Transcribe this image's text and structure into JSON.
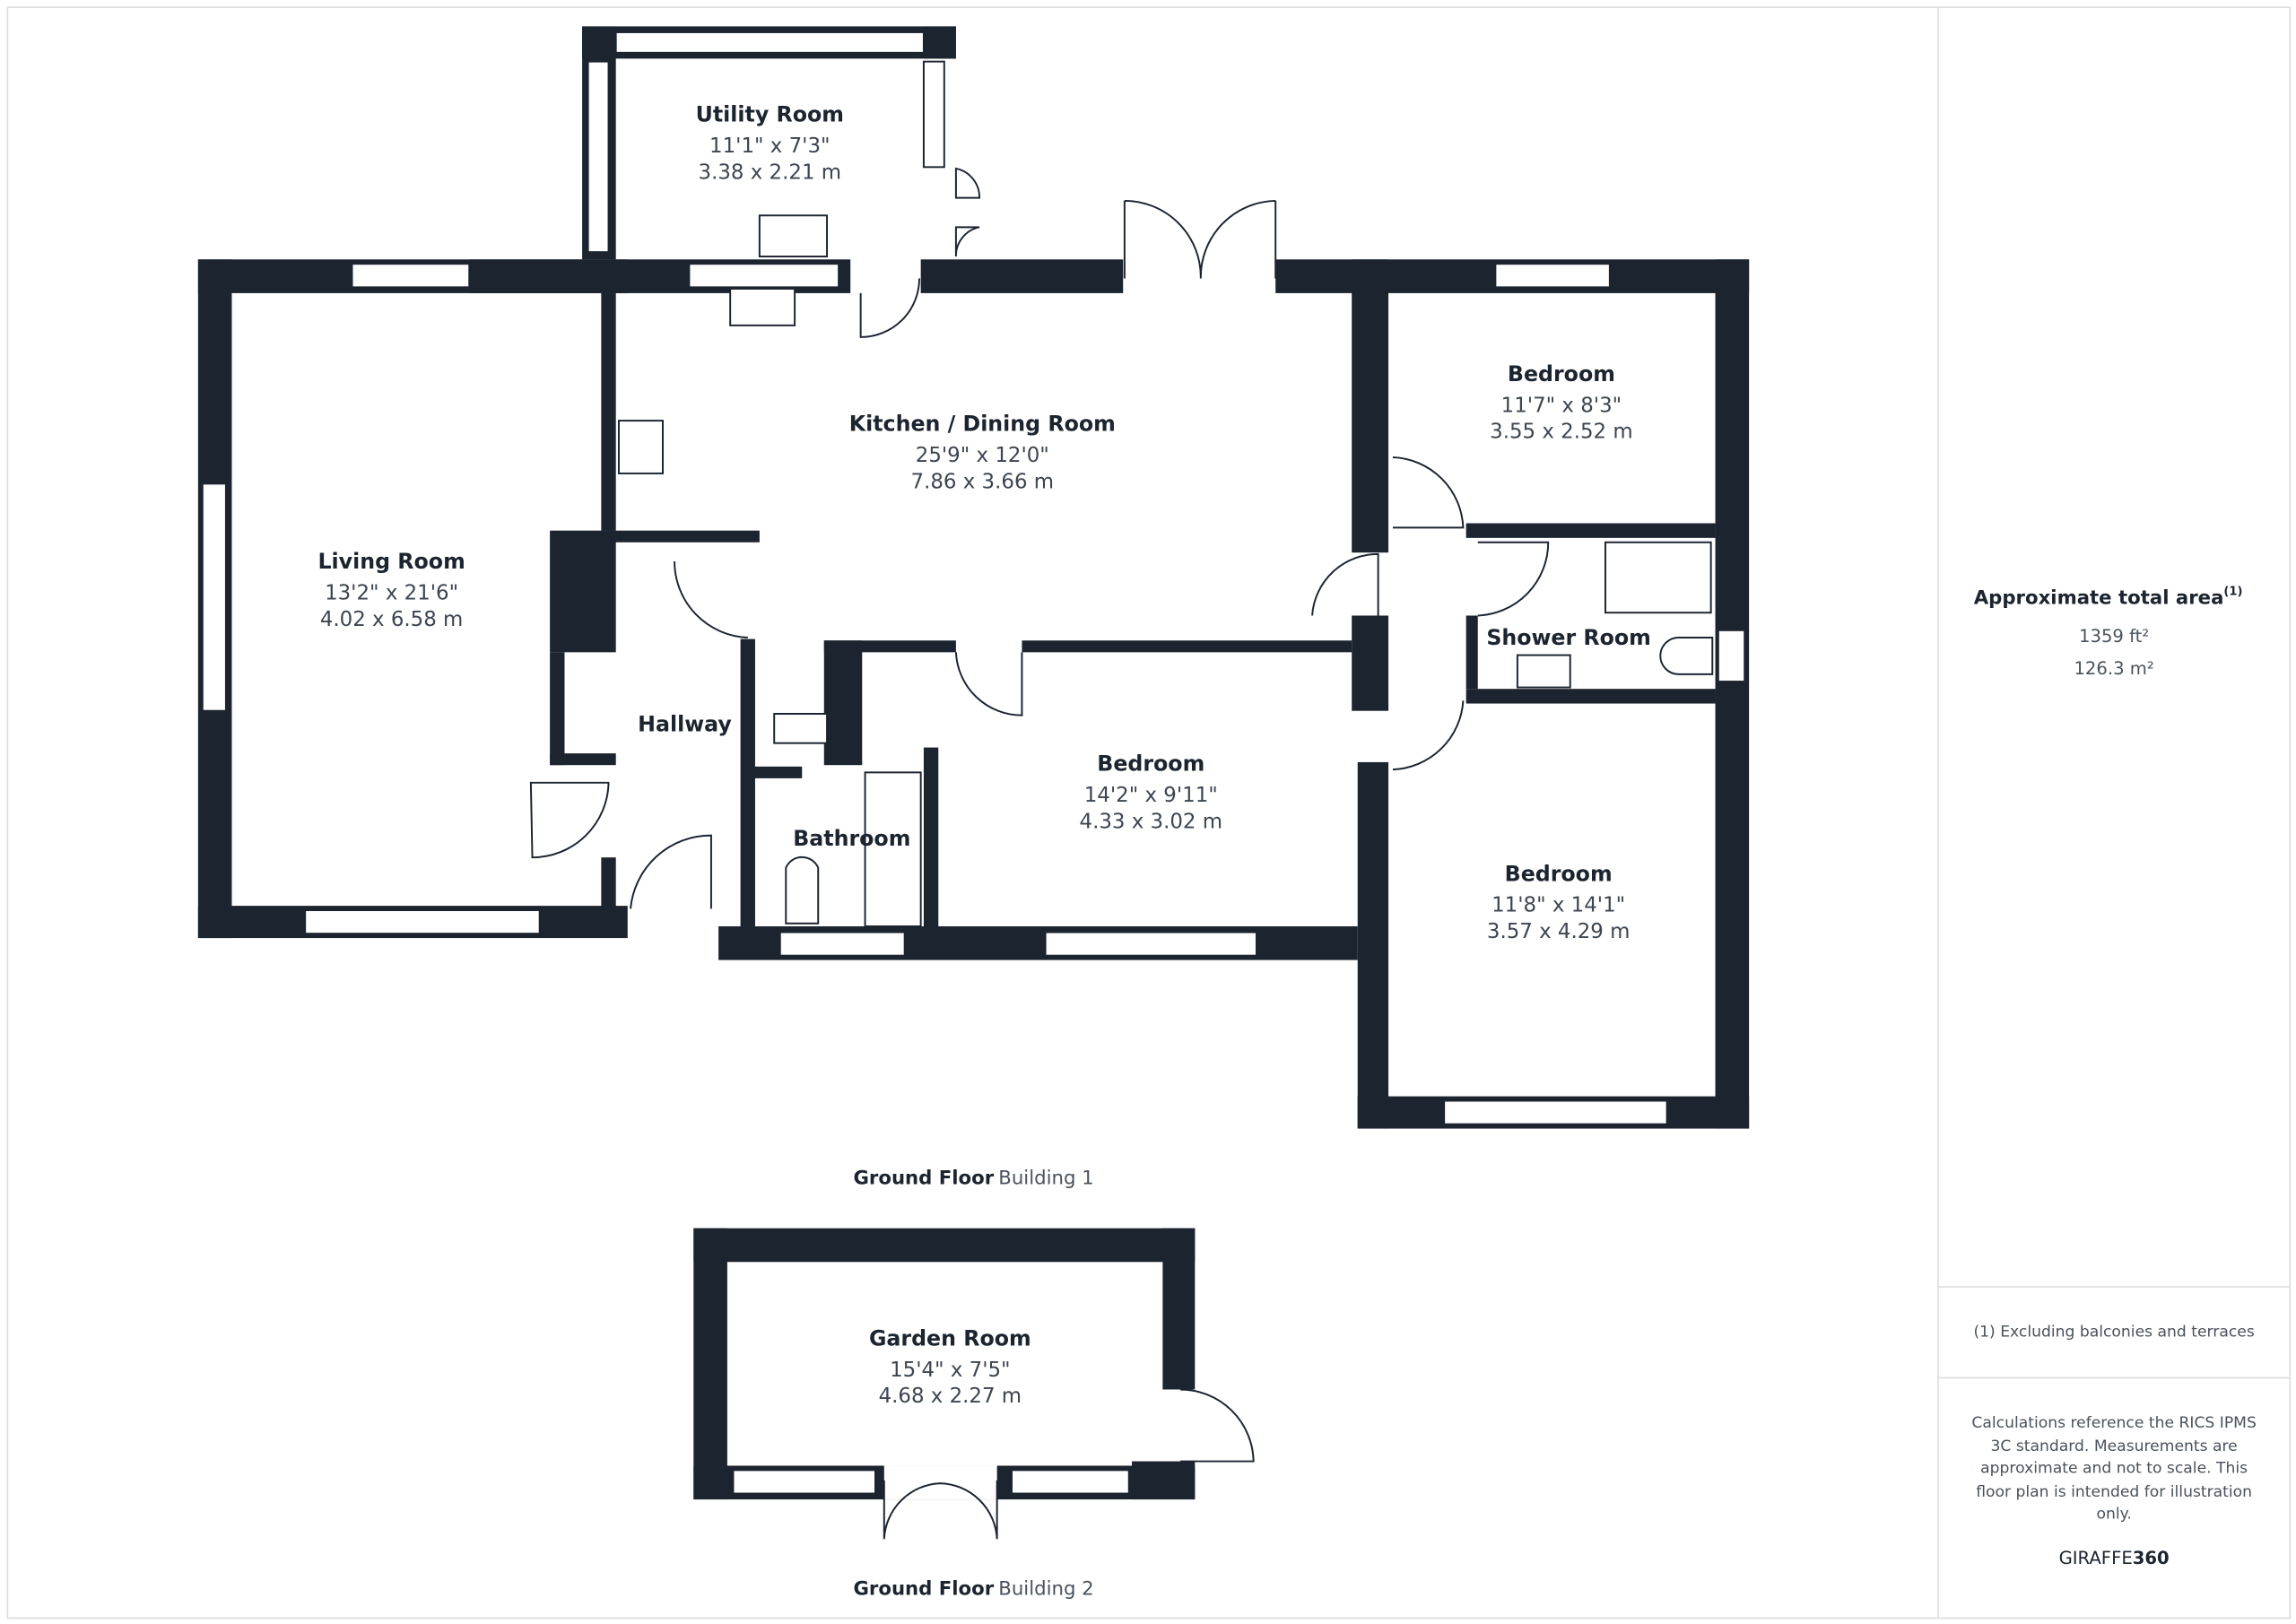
{
  "rooms": {
    "utility": {
      "name": "Utility Room",
      "imperial": "11'1\" x 7'3\"",
      "metric": "3.38 x 2.21 m"
    },
    "kitchen": {
      "name": "Kitchen / Dining Room",
      "imperial": "25'9\" x 12'0\"",
      "metric": "7.86 x 3.66 m"
    },
    "living": {
      "name": "Living Room",
      "imperial": "13'2\" x 21'6\"",
      "metric": "4.02 x 6.58 m"
    },
    "hallway": {
      "name": "Hallway"
    },
    "bathroom": {
      "name": "Bathroom"
    },
    "bedroom1": {
      "name": "Bedroom",
      "imperial": "11'7\" x 8'3\"",
      "metric": "3.55 x 2.52 m"
    },
    "shower": {
      "name": "Shower Room"
    },
    "bedroom2": {
      "name": "Bedroom",
      "imperial": "14'2\" x 9'11\"",
      "metric": "4.33 x 3.02 m"
    },
    "bedroom3": {
      "name": "Bedroom",
      "imperial": "11'8\" x 14'1\"",
      "metric": "3.57 x 4.29 m"
    },
    "garden": {
      "name": "Garden Room",
      "imperial": "15'4\" x 7'5\"",
      "metric": "4.68 x 2.27 m"
    }
  },
  "floors": [
    {
      "floor": "Ground Floor",
      "building": "Building 1"
    },
    {
      "floor": "Ground Floor",
      "building": "Building 2"
    }
  ],
  "panel": {
    "title": "Approximate total area",
    "title_sup": "(1)",
    "area_ft": "1359 ft²",
    "area_m": "126.3 m²",
    "footnote": "(1) Excluding balconies and terraces",
    "disclaimer_lines": [
      "Calculations reference the RICS IPMS",
      "3C standard. Measurements are",
      "approximate and not to scale. This",
      "floor plan is intended for illustration",
      "only."
    ],
    "brand_a": "GIRAFFE",
    "brand_b": "360"
  },
  "colors": {
    "wall": "#1c2430",
    "text": "#3d4550"
  }
}
